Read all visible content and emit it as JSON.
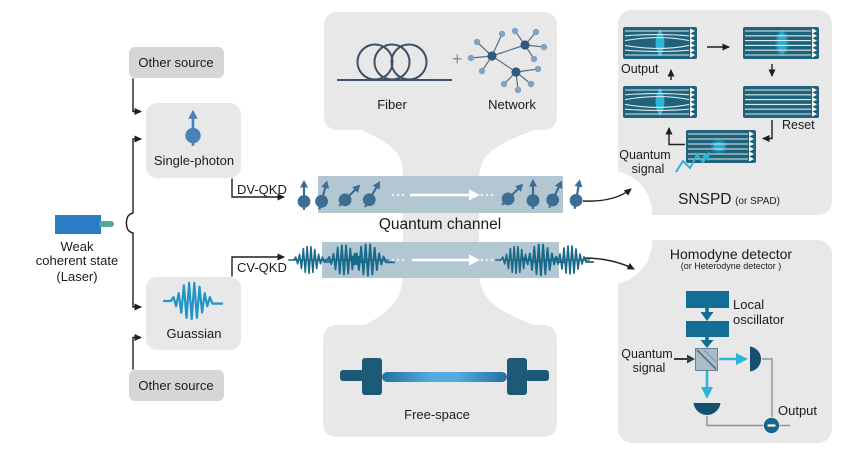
{
  "diagram": {
    "sources": {
      "other_top": "Other source",
      "single_photon": "Single-photon",
      "laser_line1": "Weak",
      "laser_line2": "coherent state",
      "laser_line3": "(Laser)",
      "gaussian": "Guassian",
      "other_bottom": "Other source"
    },
    "channel": {
      "dv": "DV-QKD",
      "cv": "CV-QKD",
      "label": "Quantum channel"
    },
    "media": {
      "fiber": "Fiber",
      "plus": "+",
      "network": "Network",
      "free_space": "Free-space"
    },
    "snspd": {
      "output": "Output",
      "reset": "Reset",
      "qs1": "Quantum",
      "qs2": "signal",
      "title": "SNSPD",
      "alt": "(or SPAD)"
    },
    "homodyne": {
      "title": "Homodyne detector",
      "alt": "(or Heterodyne detector )",
      "lo1": "Local",
      "lo2": "oscillator",
      "qs1": "Quantum",
      "qs2": "signal",
      "output": "Output"
    },
    "colors": {
      "band": "#b2c7d2",
      "box_gray": "#e8e8e8",
      "box_gray_dark": "#d6d6d6",
      "photon": "#3e6d94",
      "photon_bright": "#4a82b8",
      "wave": "#19698a",
      "wave_bright": "#2395c4",
      "laser_blue": "#2b7ec6",
      "laser_stub": "#55a79a",
      "panel_teal": "#20627a",
      "hotspot_cyan": "#2cb6da",
      "detector_navy": "#174f70",
      "lo_teal": "#136e96",
      "dark_blue_block": "#1d5a78",
      "line_black": "#1f1f1f"
    }
  }
}
